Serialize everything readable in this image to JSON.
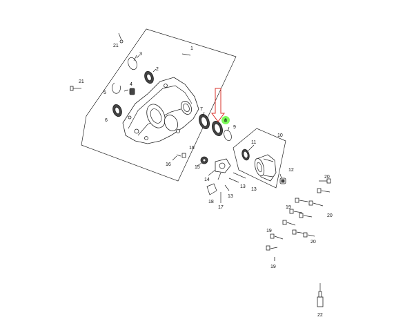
{
  "callouts": {
    "c1": "1",
    "c2": "2",
    "c3": "3",
    "c4": "4",
    "c5": "5",
    "c6": "6",
    "c7": "7",
    "c8": "8",
    "c9": "9",
    "c10": "10",
    "c11": "11",
    "c12": "12",
    "c13a": "13",
    "c13b": "13",
    "c13c": "13",
    "c14": "14",
    "c15": "15",
    "c16": "16",
    "c17": "17",
    "c18": "18",
    "c19a": "19",
    "c19b": "19",
    "c19c": "19",
    "c20a": "20",
    "c20b": "20",
    "c20c": "20",
    "c21a": "21",
    "c21b": "21",
    "c22": "22"
  },
  "highlight": {
    "callout": "8",
    "color": "#7CFC5A",
    "arrow_color": "#d9302a"
  }
}
